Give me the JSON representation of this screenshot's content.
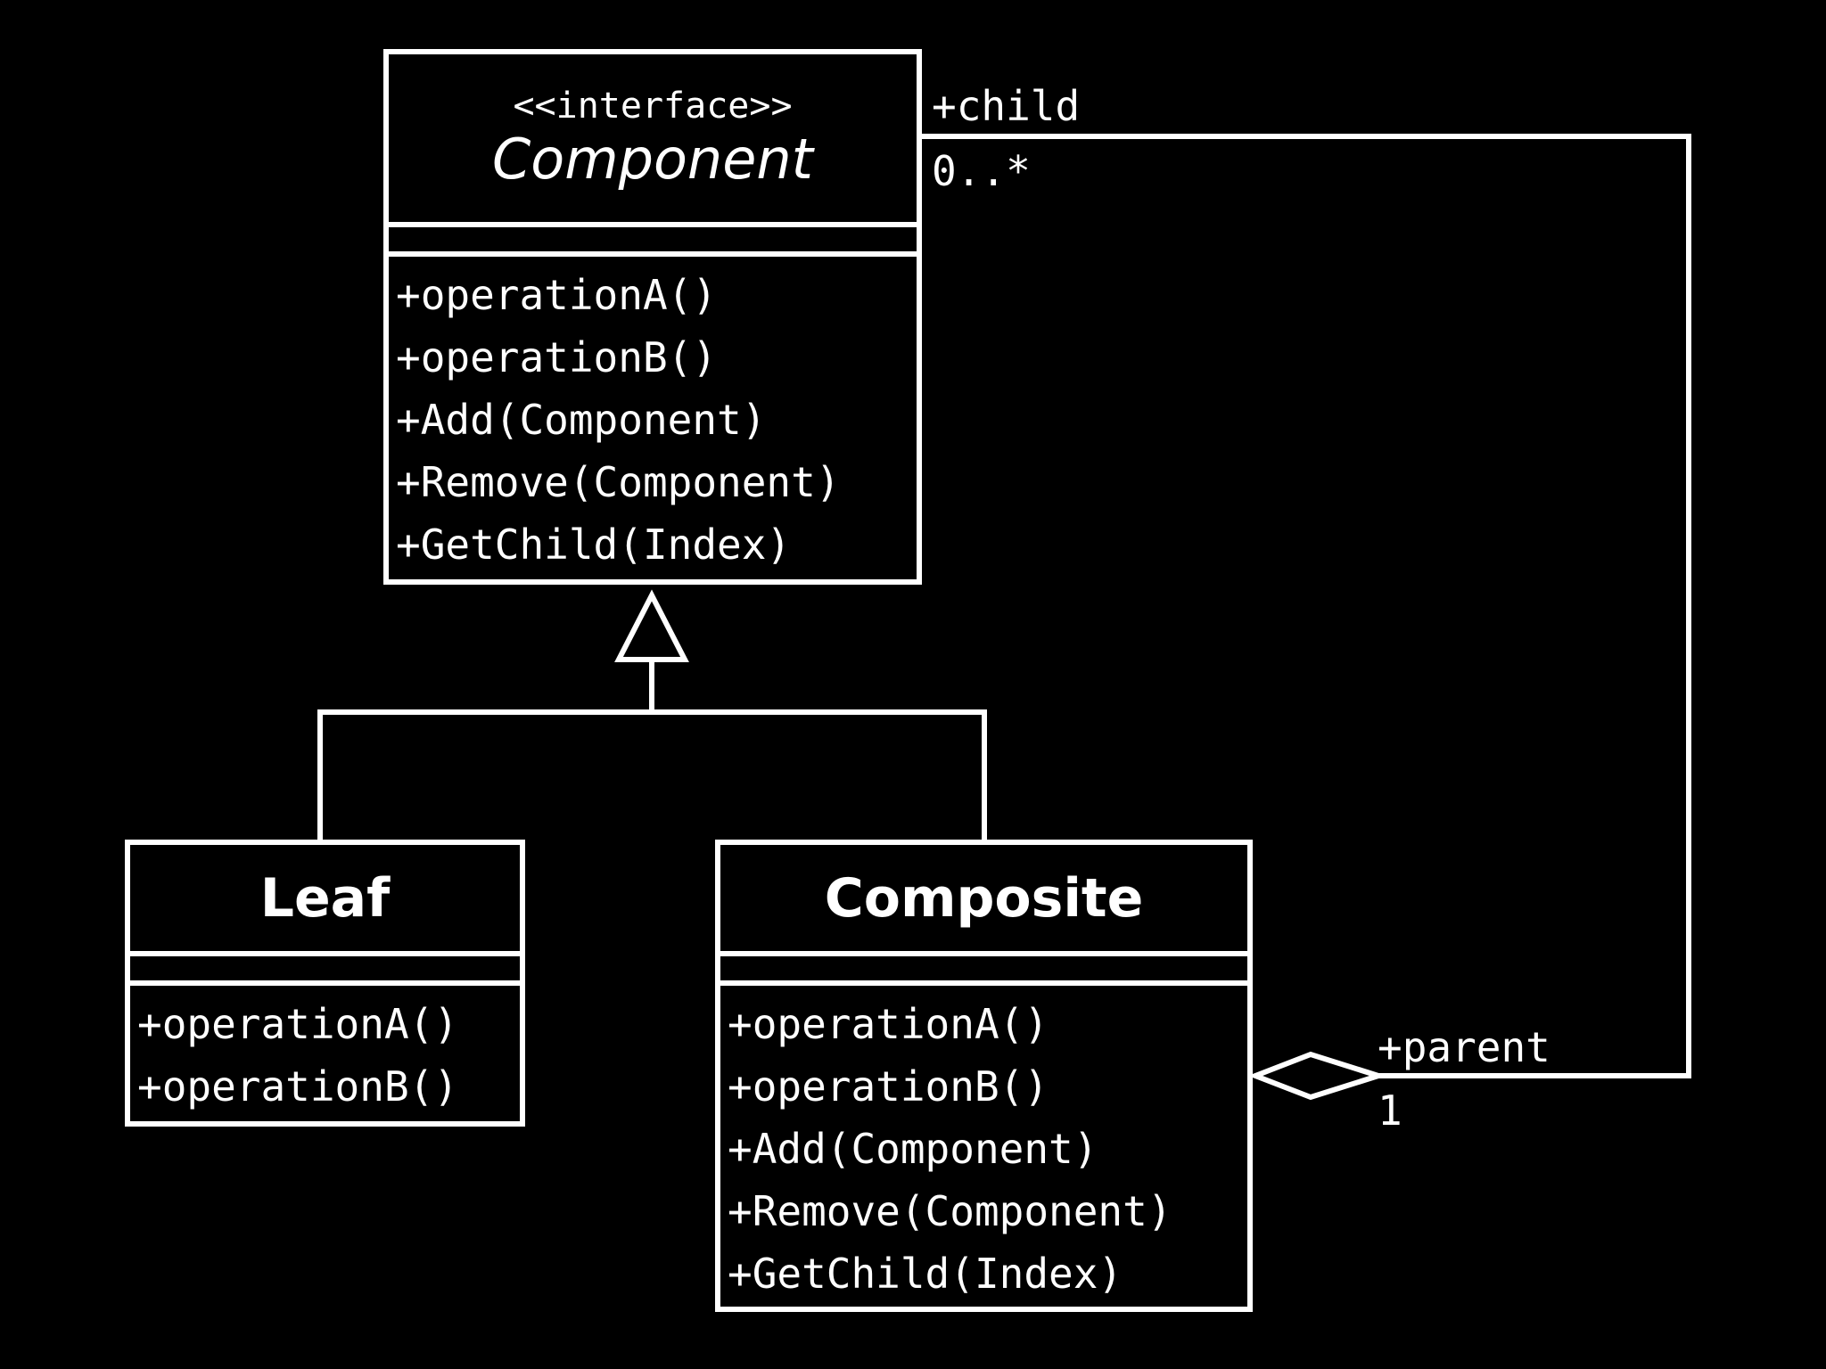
{
  "component": {
    "stereotype": "<<interface>>",
    "name": "Component",
    "operations": [
      "+operationA()",
      "+operationB()",
      "+Add(Component)",
      "+Remove(Component)",
      "+GetChild(Index)"
    ]
  },
  "leaf": {
    "name": "Leaf",
    "operations": [
      "+operationA()",
      "+operationB()"
    ]
  },
  "composite": {
    "name": "Composite",
    "operations": [
      "+operationA()",
      "+operationB()",
      "+Add(Component)",
      "+Remove(Component)",
      "+GetChild(Index)"
    ]
  },
  "association": {
    "child_role": "+child",
    "child_multiplicity": "0..*",
    "parent_role": "+parent",
    "parent_multiplicity": "1"
  },
  "colors": {
    "background": "#000000",
    "foreground": "#ffffff"
  }
}
